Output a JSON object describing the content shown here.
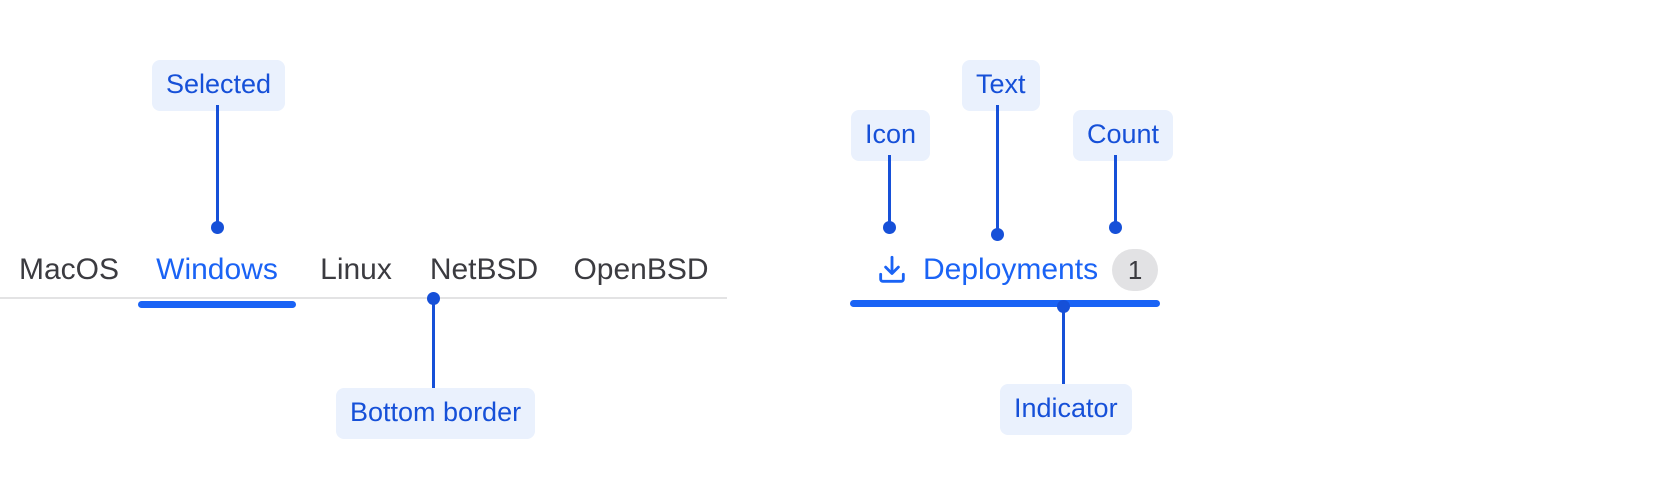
{
  "colors": {
    "accent_blue": "#1a63f5",
    "annotation_blue": "#1650d8",
    "annotation_pill_bg": "#eaf1fd",
    "tab_text": "#3b3b40",
    "rule_gray": "#e3e3e4",
    "badge_bg": "#e2e2e4",
    "page_bg": "#ffffff"
  },
  "left_tabstrip": {
    "tabs": [
      {
        "label": "MacOS",
        "selected": false
      },
      {
        "label": "Windows",
        "selected": true
      },
      {
        "label": "Linux",
        "selected": false
      },
      {
        "label": "NetBSD",
        "selected": false
      },
      {
        "label": "OpenBSD",
        "selected": false
      }
    ],
    "annotations": [
      {
        "label": "Selected",
        "target": "selected-tab"
      },
      {
        "label": "Bottom border",
        "target": "tabstrip-rule"
      }
    ]
  },
  "right_tabstrip": {
    "tab": {
      "icon": "download-icon",
      "label": "Deployments",
      "count": "1",
      "selected": true
    },
    "annotations": [
      {
        "label": "Icon",
        "target": "download-icon"
      },
      {
        "label": "Text",
        "target": "tab-label"
      },
      {
        "label": "Count",
        "target": "count-badge"
      },
      {
        "label": "Indicator",
        "target": "selected-indicator"
      }
    ]
  }
}
